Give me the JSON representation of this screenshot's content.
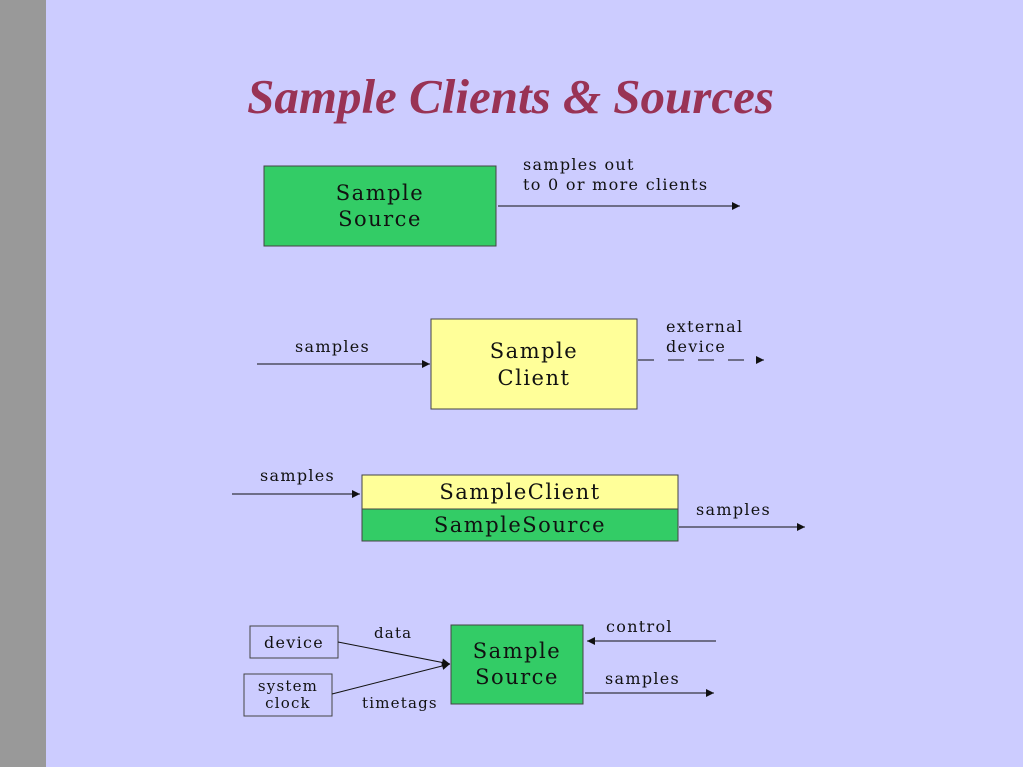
{
  "title": "Sample Clients & Sources",
  "colors": {
    "background": "#ccccff",
    "sidebar": "#999999",
    "title": "#993355",
    "source_green": "#33cc66",
    "client_yellow": "#ffff99"
  },
  "diagram1": {
    "box_line1": "Sample",
    "box_line2": "Source",
    "out_label_line1": "samples out",
    "out_label_line2": "to 0 or more clients"
  },
  "diagram2": {
    "in_label": "samples",
    "box_line1": "Sample",
    "box_line2": "Client",
    "out_label_line1": "external",
    "out_label_line2": "device"
  },
  "diagram3": {
    "in_label": "samples",
    "client_box": "SampleClient",
    "source_box": "SampleSource",
    "out_label": "samples"
  },
  "diagram4": {
    "device_box": "device",
    "clock_line1": "system",
    "clock_line2": "clock",
    "data_label": "data",
    "timetags_label": "timetags",
    "box_line1": "Sample",
    "box_line2": "Source",
    "control_label": "control",
    "out_label": "samples"
  }
}
